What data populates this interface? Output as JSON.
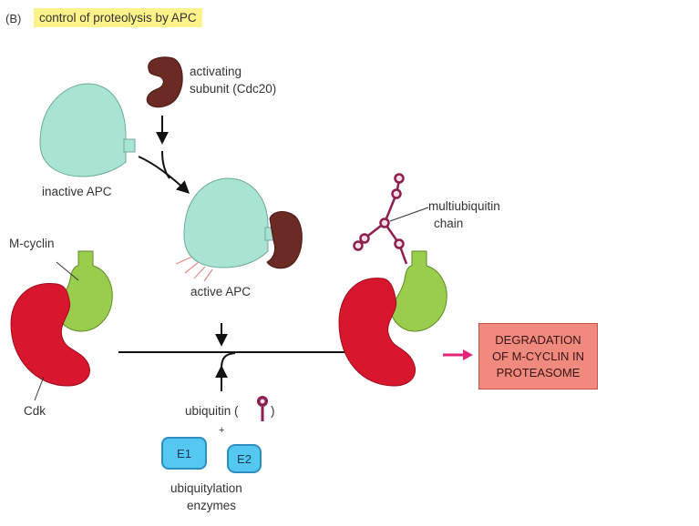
{
  "panel": {
    "letter": "(B)",
    "title": "control of proteolysis by APC"
  },
  "labels": {
    "activating_line1": "activating",
    "activating_line2": "subunit (Cdc20)",
    "inactive_apc": "inactive APC",
    "active_apc": "active APC",
    "m_cyclin": "M-cyclin",
    "cdk": "Cdk",
    "multiubiquitin_line1": "multiubiquitin",
    "multiubiquitin_line2": "chain",
    "ubiquitin": "ubiquitin (",
    "ubiquitin_close": ")",
    "plus": "+",
    "e1": "E1",
    "e2": "E2",
    "enzymes_line1": "ubiquitylation",
    "enzymes_line2": "enzymes"
  },
  "degradation": {
    "line1": "DEGRADATION",
    "line2": "OF M-CYCLIN IN",
    "line3": "PROTEASOME"
  },
  "colors": {
    "apc": "#a8e4d1",
    "cdc20": "#6b2a24",
    "cdk": "#d8162e",
    "m_cyclin": "#9acd4e",
    "ubiquitin": "#8d1f4e",
    "arrow_magenta": "#e0257a",
    "title_highlight": "#fef38a",
    "degradation_box": "#f08a7e",
    "enzyme": "#54c8f0"
  }
}
